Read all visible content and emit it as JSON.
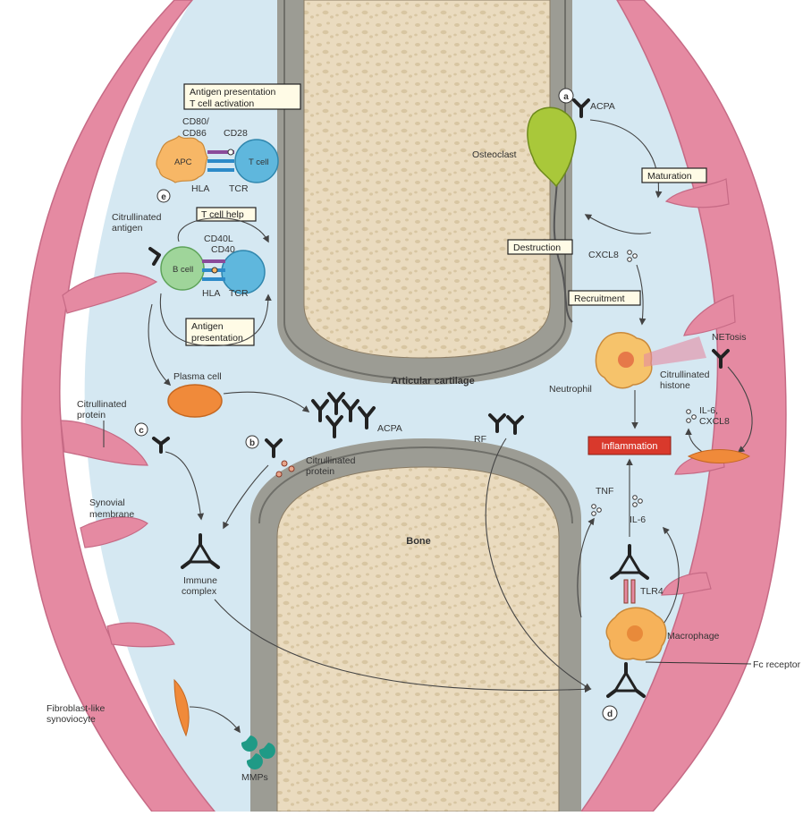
{
  "labels": {
    "antigen_presentation_t_cell_activation": [
      "Antigen presentation",
      "T cell activation"
    ],
    "cd80_cd86": [
      "CD80/",
      "CD86"
    ],
    "cd28": "CD28",
    "apc": "APC",
    "t_cell": "T cell",
    "hla_top": "HLA",
    "tcr_top": "TCR",
    "e_marker": "e",
    "t_cell_help": "T cell help",
    "citrullinated_antigen": [
      "Citrullinated",
      "antigen"
    ],
    "cd40l": "CD40L",
    "cd40": "CD40",
    "b_cell": "B cell",
    "hla_bottom": "HLA",
    "tcr_bottom": "TCR",
    "antigen_presentation": [
      "Antigen",
      "presentation"
    ],
    "plasma_cell": "Plasma cell",
    "acpa_center": "ACPA",
    "articular_cartilage": "Articular cartilage",
    "citrullinated_protein_left": [
      "Citrullinated",
      "protein"
    ],
    "c_marker": "c",
    "b_marker": "b",
    "citrullinated_protein_center": [
      "Citrullinated",
      "protein"
    ],
    "synovial_membrane": [
      "Synovial",
      "membrane"
    ],
    "immune_complex": [
      "Immune",
      "complex"
    ],
    "bone": "Bone",
    "fibroblast_like_synoviocyte": [
      "Fibroblast-like",
      "synoviocyte"
    ],
    "mmps": "MMPs",
    "a_marker": "a",
    "acpa_top": "ACPA",
    "osteoclast": "Osteoclast",
    "maturation": "Maturation",
    "destruction": "Destruction",
    "cxcl8": "CXCL8",
    "recruitment": "Recruitment",
    "netosis": "NETosis",
    "neutrophil": "Neutrophil",
    "citrullinated_histone": [
      "Citrullinated",
      "histone"
    ],
    "il6_cxcl8": [
      "IL-6,",
      "CXCL8"
    ],
    "inflammation": "Inflammation",
    "rf": "RF",
    "tnf": "TNF",
    "il6": "IL-6",
    "tlr4": "TLR4",
    "macrophage": "Macrophage",
    "fc_receptor": "Fc receptor",
    "d_marker": "d"
  },
  "colors": {
    "synovium": "#e58aa2",
    "synovial_fluid": "#d5e8f2",
    "bone": "#eadbbf",
    "cartilage": "#9c9c94",
    "inflammation": "#d9392c",
    "osteoclast": "#a9c83a",
    "t_cell": "#5fb7dd",
    "b_cell": "#9fd59a",
    "apc": "#f7b766",
    "plasma_cell": "#f08a3a",
    "mmps": "#1f9a86"
  }
}
